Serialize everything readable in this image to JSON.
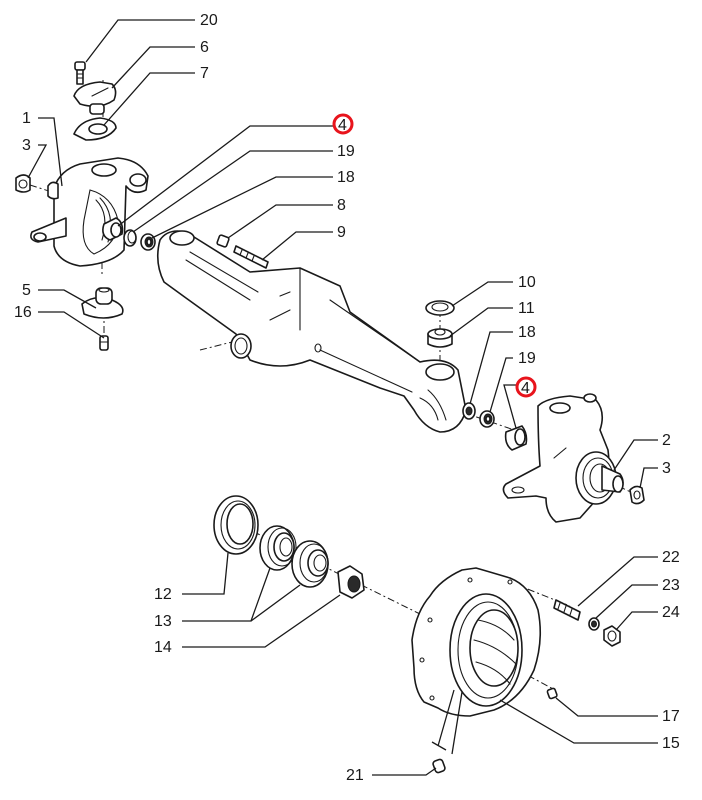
{
  "diagram": {
    "type": "exploded-parts-diagram",
    "subject": "front axle assembly",
    "highlight_color": "#e8141c",
    "line_color": "#1a1a1a",
    "background": "#ffffff"
  },
  "callouts": [
    {
      "id": "c20",
      "label": "20",
      "part": "bolt",
      "highlighted": false
    },
    {
      "id": "c6",
      "label": "6",
      "part": "kingpin-upper-cover",
      "highlighted": false
    },
    {
      "id": "c7",
      "label": "7",
      "part": "upper-flange-shim",
      "highlighted": false
    },
    {
      "id": "c1",
      "label": "1",
      "part": "left-steering-knuckle",
      "highlighted": false
    },
    {
      "id": "c3a",
      "label": "3",
      "part": "nut",
      "highlighted": false
    },
    {
      "id": "c4a",
      "label": "4",
      "part": "bushing",
      "highlighted": true
    },
    {
      "id": "c19a",
      "label": "19",
      "part": "bearing",
      "highlighted": false
    },
    {
      "id": "c18a",
      "label": "18",
      "part": "seal",
      "highlighted": false
    },
    {
      "id": "c8",
      "label": "8",
      "part": "nut",
      "highlighted": false
    },
    {
      "id": "c9",
      "label": "9",
      "part": "stud",
      "highlighted": false
    },
    {
      "id": "c5",
      "label": "5",
      "part": "lower-kingpin",
      "highlighted": false
    },
    {
      "id": "c16",
      "label": "16",
      "part": "grease-nipple",
      "highlighted": false
    },
    {
      "id": "c10",
      "label": "10",
      "part": "thrust-washer",
      "highlighted": false
    },
    {
      "id": "c11",
      "label": "11",
      "part": "bushing-collar",
      "highlighted": false
    },
    {
      "id": "c18b",
      "label": "18",
      "part": "seal",
      "highlighted": false
    },
    {
      "id": "c19b",
      "label": "19",
      "part": "bearing",
      "highlighted": false
    },
    {
      "id": "c4b",
      "label": "4",
      "part": "bushing",
      "highlighted": true
    },
    {
      "id": "c2",
      "label": "2",
      "part": "right-steering-knuckle",
      "highlighted": false
    },
    {
      "id": "c3b",
      "label": "3",
      "part": "nut",
      "highlighted": false
    },
    {
      "id": "c12",
      "label": "12",
      "part": "hub-seal",
      "highlighted": false
    },
    {
      "id": "c13",
      "label": "13",
      "part": "wheel-bearings",
      "highlighted": false
    },
    {
      "id": "c14",
      "label": "14",
      "part": "hub-nut",
      "highlighted": false
    },
    {
      "id": "c22",
      "label": "22",
      "part": "wheel-stud",
      "highlighted": false
    },
    {
      "id": "c23",
      "label": "23",
      "part": "washer",
      "highlighted": false
    },
    {
      "id": "c24",
      "label": "24",
      "part": "wheel-nut",
      "highlighted": false
    },
    {
      "id": "c17",
      "label": "17",
      "part": "plug",
      "highlighted": false
    },
    {
      "id": "c15",
      "label": "15",
      "part": "wheel-hub",
      "highlighted": false
    },
    {
      "id": "c21",
      "label": "21",
      "part": "dowel-pin",
      "highlighted": false
    }
  ]
}
